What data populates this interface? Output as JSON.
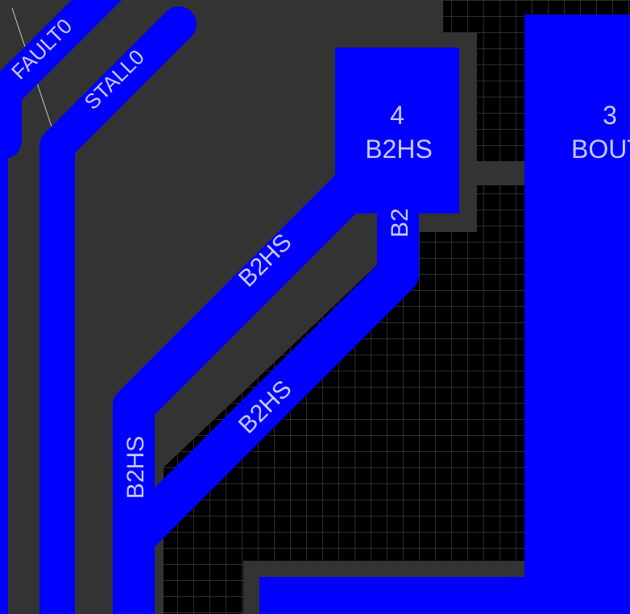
{
  "colors": {
    "background": "#000000",
    "grid": "#5a5a5a",
    "fill": "#333333",
    "copper": "#0000ff",
    "text": "#c8c8ff",
    "ratsnest": "#c8c8c8"
  },
  "pads": [
    {
      "number": "4",
      "net": "B2HS"
    },
    {
      "number": "3",
      "net": "BOUT"
    }
  ],
  "traces": {
    "fault": "FAULT0",
    "stall": "STALL0",
    "b2hs_upper": "B2HS",
    "b2hs_lower": "B2HS",
    "b2hs_vertical": "B2HS",
    "b2hs_stub": "B2"
  }
}
